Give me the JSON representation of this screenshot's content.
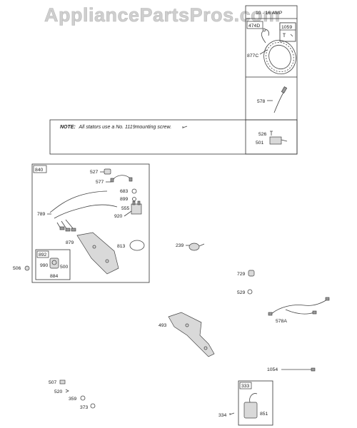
{
  "watermark": "AppliancePartsPros.com",
  "top_right_panel_title": "10 - 16 AMP",
  "note": {
    "prefix": "NOTE:",
    "text": "All stators use a No. 1119mounting screw."
  },
  "parts": {
    "p474D": "474D",
    "p1059": "1059",
    "p877C": "877C",
    "p578": "578",
    "p526": "526",
    "p501": "501",
    "p840": "840",
    "p527": "527",
    "p577": "577",
    "p683": "683",
    "p899": "899",
    "p920": "920",
    "p555": "555",
    "p789": "789",
    "p879": "879",
    "p813": "813",
    "p892": "892",
    "p990": "990",
    "p500": "500",
    "p884": "884",
    "p506": "506",
    "p239": "239",
    "p729": "729",
    "p529": "529",
    "p578A": "578A",
    "p493": "493",
    "p1054": "1054",
    "p507": "507",
    "p520": "520",
    "p359": "359",
    "p373": "373",
    "p333": "333",
    "p334": "334",
    "p851": "851"
  }
}
